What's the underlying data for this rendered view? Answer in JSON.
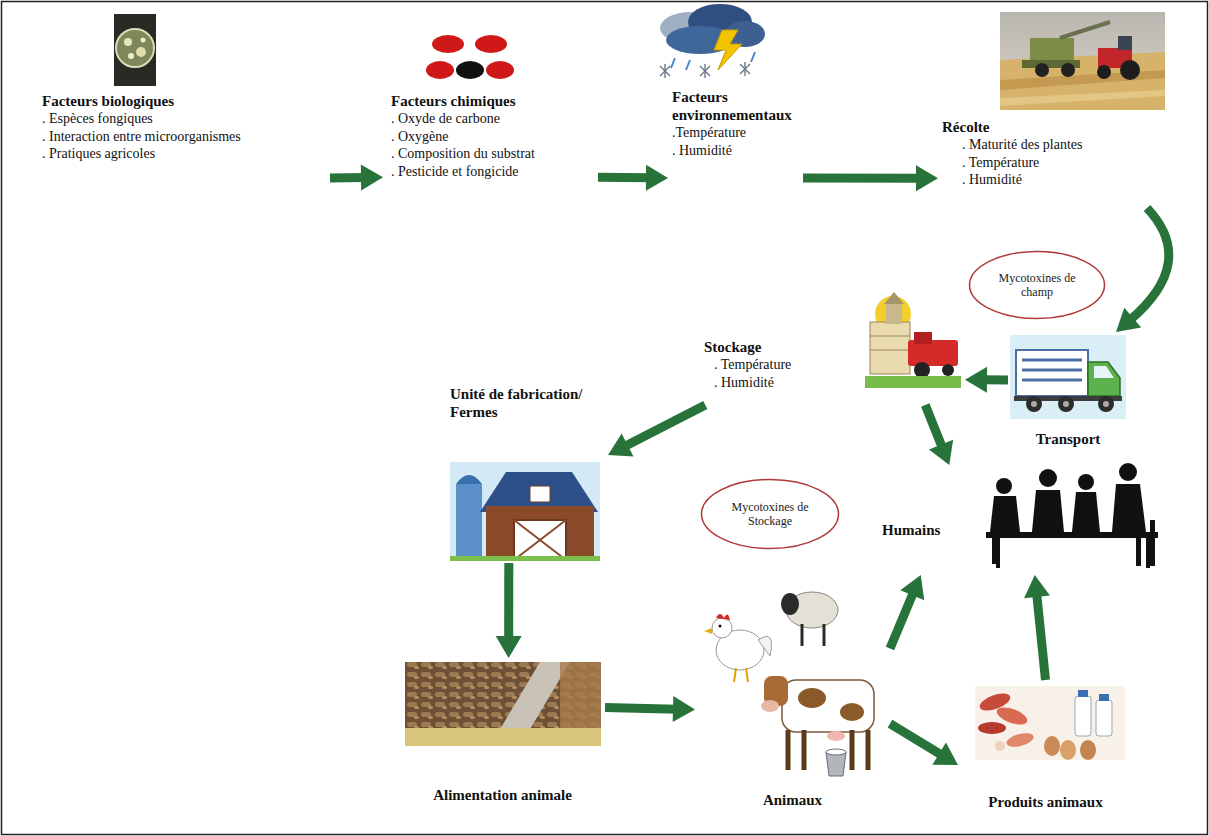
{
  "diagram": {
    "nodes": [
      {
        "text": [
          "Facteurs biologiques",
          ". Espèces fongiques",
          ". Interaction entre microorganismes",
          ". Pratiques agricoles"
        ]
      },
      {
        "text": [
          "Facteurs chimiques",
          ". Oxyde de carbone",
          ". Oxygène",
          ". Composition du substrat",
          ". Pesticide et fongicide"
        ]
      },
      {
        "text": [
          "Facteurs environnementaux",
          ".Température",
          ". Humidité"
        ]
      },
      {
        "text": [
          "Récolte",
          ". Maturité des plantes",
          ". Température",
          ". Humidité"
        ]
      },
      {
        "text": [
          "Mycotoxines de champ"
        ]
      },
      {
        "text": [
          "Transport"
        ]
      },
      {
        "text": [
          "Stockage",
          ". Température",
          ". Humidité"
        ]
      },
      {
        "text": [
          "Unité de fabrication/ Fermes"
        ]
      },
      {
        "text": [
          "Mycotoxines de Stockage"
        ]
      },
      {
        "text": [
          "Humains"
        ]
      },
      {
        "text": [
          "Alimentation animale"
        ]
      },
      {
        "text": [
          "Animaux"
        ]
      },
      {
        "text": [
          "Produits animaux"
        ]
      }
    ],
    "edges": [
      {
        "from": 0,
        "to": 1,
        "arrow": "to"
      },
      {
        "from": 1,
        "to": 2,
        "arrow": "to"
      },
      {
        "from": 2,
        "to": 3,
        "arrow": "to"
      },
      {
        "from": 3,
        "to": 5,
        "arrow": "to"
      },
      {
        "from": 5,
        "to": 6,
        "arrow": "to"
      },
      {
        "from": 6,
        "to": 7,
        "arrow": "to"
      },
      {
        "from": 6,
        "to": 9,
        "arrow": "to"
      },
      {
        "from": 7,
        "to": 10,
        "arrow": "to"
      },
      {
        "from": 10,
        "to": 11,
        "arrow": "to"
      },
      {
        "from": 11,
        "to": 9,
        "arrow": "to"
      },
      {
        "from": 11,
        "to": 12,
        "arrow": "to"
      },
      {
        "from": 12,
        "to": 9,
        "arrow": "to"
      }
    ]
  }
}
